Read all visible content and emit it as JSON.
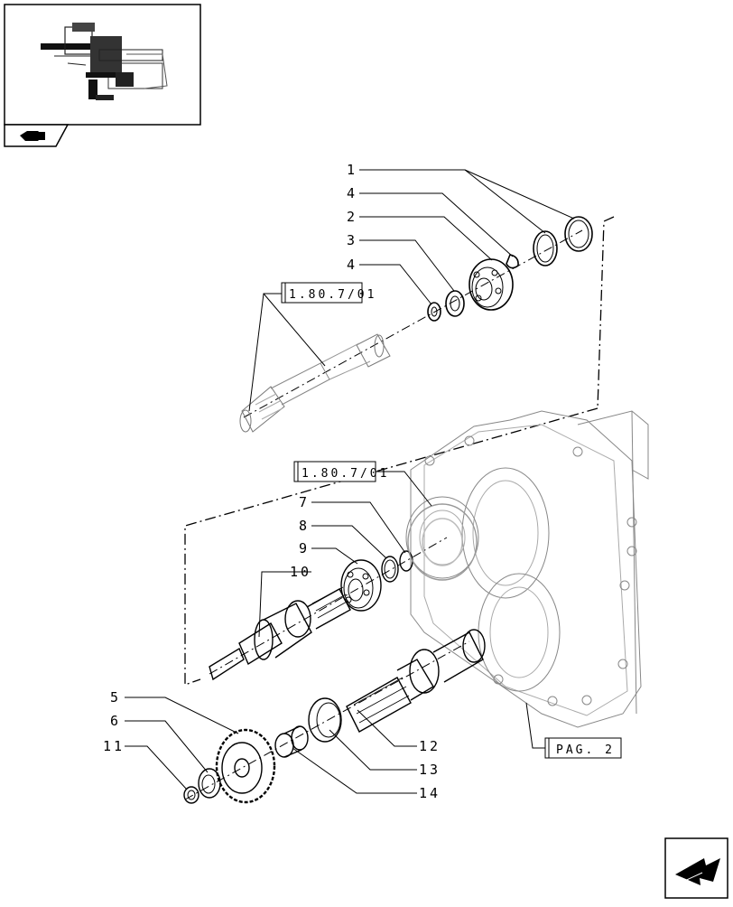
{
  "callouts": {
    "c1": "1",
    "c4a": "4",
    "c2": "2",
    "c3": "3",
    "c4b": "4",
    "c7": "7",
    "c8": "8",
    "c9": "9",
    "c10": "10",
    "c5": "5",
    "c6": "6",
    "c11": "11",
    "c12": "12",
    "c13": "13",
    "c14": "14"
  },
  "references": {
    "ref_upper": "1.80.7/01",
    "ref_middle": "1.80.7/01",
    "ref_page": "PAG. 2"
  },
  "icons": {
    "thumbnail": "assembly-thumbnail-icon",
    "section": "tractor-section-icon",
    "next": "next-page-arrow-icon"
  }
}
